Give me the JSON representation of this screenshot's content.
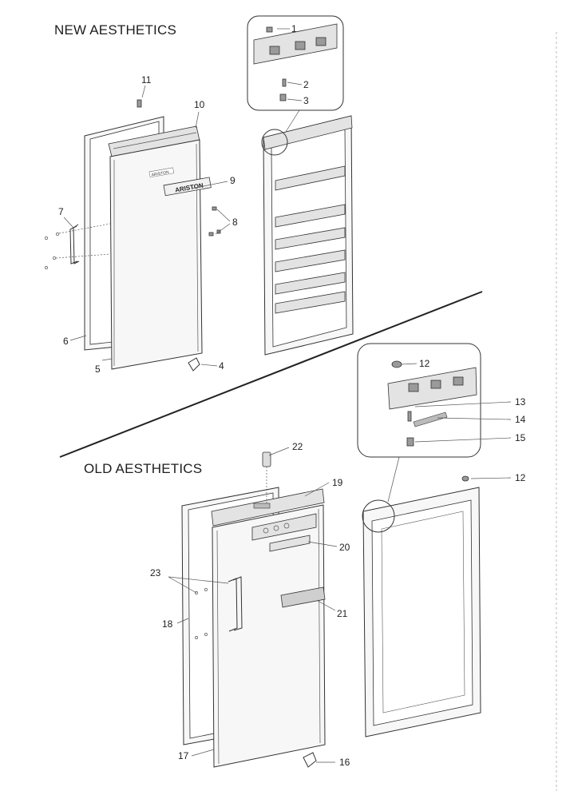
{
  "headings": {
    "new": "NEW AESTHETICS",
    "old": "OLD AESTHETICS"
  },
  "brand_badges": {
    "small": "ARISTON",
    "large": "ARISTON"
  },
  "callouts": {
    "c1": "1",
    "c2": "2",
    "c3": "3",
    "c4": "4",
    "c5": "5",
    "c6": "6",
    "c7": "7",
    "c8": "8",
    "c9": "9",
    "c10": "10",
    "c11": "11",
    "c12a": "12",
    "c12b": "12",
    "c13": "13",
    "c14": "14",
    "c15": "15",
    "c16": "16",
    "c17": "17",
    "c18": "18",
    "c19": "19",
    "c20": "20",
    "c21": "21",
    "c22": "22",
    "c23": "23"
  }
}
